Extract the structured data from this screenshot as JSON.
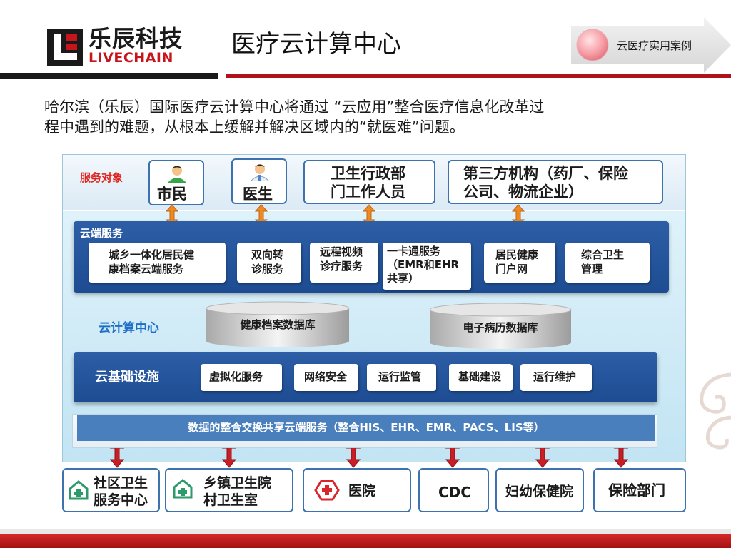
{
  "header": {
    "logo_cn": "乐辰科技",
    "logo_en": "LIVECHAIN",
    "title": "医疗云计算中心",
    "badge_label": "云医疗实用案例"
  },
  "intro": {
    "line1": "哈尔滨（乐辰）国际医疗云计算中心将通过 “云应用”整合医疗信息化改革过",
    "line2": "程中遇到的难题，从根本上缓解并解决区域内的“就医难”问题。"
  },
  "diagram": {
    "service_targets": {
      "label": "服务对象",
      "items": [
        "市民",
        "医生",
        "卫生行政部",
        "门工作人员",
        "第三方机构（药厂、保险",
        "公司、物流企业）"
      ]
    },
    "cloud_services": {
      "label": "云端服务",
      "items": [
        {
          "line1": "城乡一体化居民健",
          "line2": "康档案云端服务",
          "line3": ""
        },
        {
          "line1": "双向转",
          "line2": "诊服务",
          "line3": ""
        },
        {
          "line1": "远程视频",
          "line2": "诊疗服务",
          "line3": ""
        },
        {
          "line1": "一卡通服务",
          "line2": "（EMR和EHR",
          "line3": "共享）"
        },
        {
          "line1": "居民健康",
          "line2": "门户网",
          "line3": ""
        },
        {
          "line1": "综合卫生",
          "line2": "管理",
          "line3": ""
        }
      ]
    },
    "compute_center": {
      "label": "云计算中心",
      "databases": [
        "健康档案数据库",
        "电子病历数据库"
      ]
    },
    "infrastructure": {
      "label": "云基础设施",
      "items": [
        "虚拟化服务",
        "网络安全",
        "运行监管",
        "基础建设",
        "运行维护"
      ]
    },
    "data_exchange": "数据的整合交换共享云端服务（整合HIS、EHR、EMR、PACS、LIS等）",
    "endpoints": [
      {
        "line1": "社区卫生",
        "line2": "服务中心"
      },
      {
        "line1": "乡镇卫生院",
        "line2": "村卫生室"
      },
      {
        "line1": "医院",
        "line2": ""
      },
      {
        "line1": "CDC",
        "line2": ""
      },
      {
        "line1": "妇幼保健院",
        "line2": ""
      },
      {
        "line1": "保险部门",
        "line2": ""
      }
    ]
  },
  "colors": {
    "brand_red": "#c8141b",
    "panel_blue": "#2358a0",
    "arrow_orange": "#f08a1e",
    "arrow_red": "#c81e24"
  }
}
